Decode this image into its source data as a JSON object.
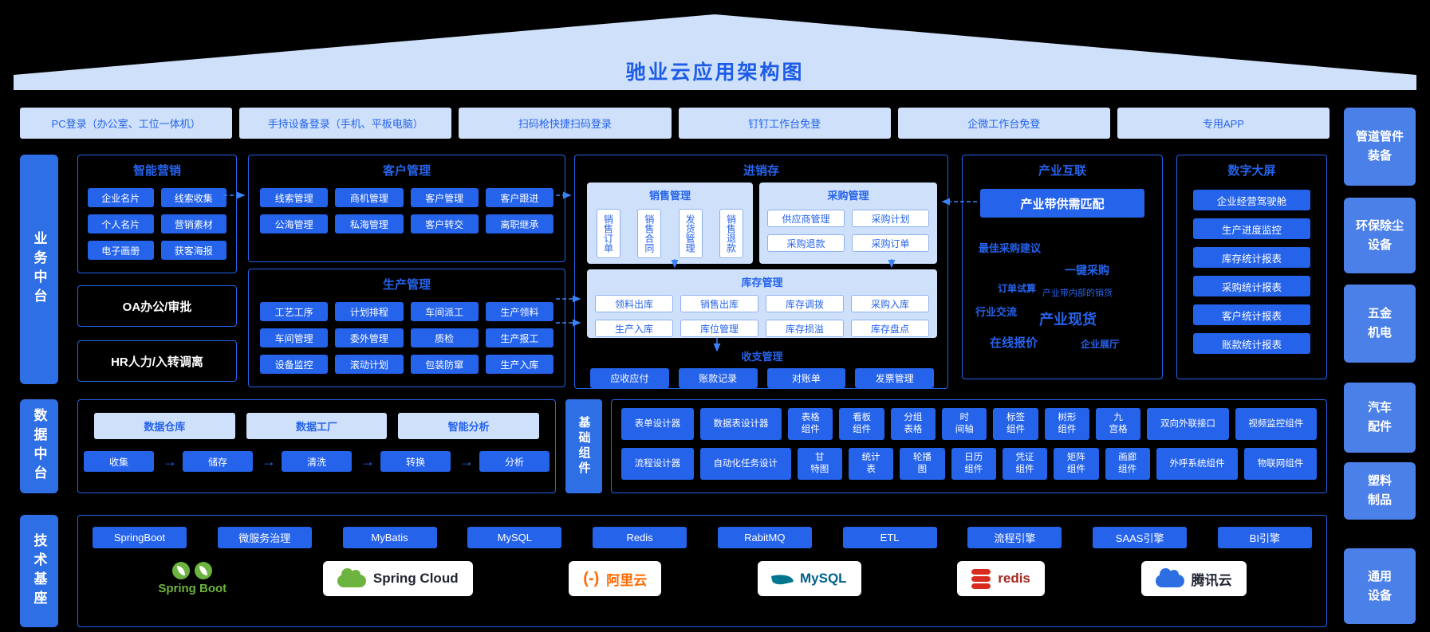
{
  "title": "驰业云应用架构图",
  "login_row": [
    "PC登录（办公室、工位一体机）",
    "手持设备登录（手机、平板电脑）",
    "扫码枪快捷扫码登录",
    "钉钉工作台免登",
    "企微工作台免登",
    "专用APP"
  ],
  "industries": [
    "管道管件\n装备",
    "环保除尘\n设备",
    "五金\n机电",
    "汽车\n配件",
    "塑料\n制品",
    "通用\n设备"
  ],
  "side_labels": {
    "business": "业务中台",
    "data": "数据中台",
    "tech": "技术基座",
    "components": "基础组件"
  },
  "marketing": {
    "title": "智能营销",
    "items": [
      "企业名片",
      "线索收集",
      "个人名片",
      "营销素材",
      "电子画册",
      "获客海报"
    ]
  },
  "oa": "OA办公/审批",
  "hr": "HR人力/入转调离",
  "crm": {
    "title": "客户管理",
    "items": [
      "线索管理",
      "商机管理",
      "客户管理",
      "客户跟进",
      "公海管理",
      "私海管理",
      "客户转交",
      "离职继承"
    ]
  },
  "production": {
    "title": "生产管理",
    "items": [
      "工艺工序",
      "计划排程",
      "车间派工",
      "生产领料",
      "车间管理",
      "委外管理",
      "质检",
      "生产报工",
      "设备监控",
      "滚动计划",
      "包装防窜",
      "生产入库"
    ]
  },
  "erp": {
    "title": "进销存",
    "sales": {
      "title": "销售管理",
      "items": [
        "销售订单",
        "销售合同",
        "发货管理",
        "销售退款"
      ]
    },
    "purchase": {
      "title": "采购管理",
      "items": [
        "供应商管理",
        "采购计划",
        "采购退款",
        "采购订单"
      ]
    },
    "inventory": {
      "title": "库存管理",
      "items": [
        "领料出库",
        "销售出库",
        "库存调拨",
        "采购入库",
        "生产入库",
        "库位管理",
        "库存损溢",
        "库存盘点"
      ]
    },
    "finance": {
      "title": "收支管理",
      "items": [
        "应收应付",
        "账款记录",
        "对账单",
        "发票管理"
      ]
    }
  },
  "industry_link": {
    "title": "产业互联",
    "main_button": "产业带供需匹配",
    "tags": [
      "最佳采购建议",
      "一键采购",
      "订单试算",
      "产业带内部的销货",
      "行业交流",
      "产业现货",
      "在线报价",
      "企业展厅"
    ]
  },
  "dashboard": {
    "title": "数字大屏",
    "items": [
      "企业经营驾驶舱",
      "生产进度监控",
      "库存统计报表",
      "采购统计报表",
      "客户统计报表",
      "账款统计报表"
    ]
  },
  "data_platform": {
    "stages": [
      "数据仓库",
      "数据工厂",
      "智能分析"
    ],
    "flow": [
      "收集",
      "储存",
      "清洗",
      "转换",
      "分析"
    ]
  },
  "components": {
    "row1": [
      "表单设计器",
      "数据表设计器",
      "表格\n组件",
      "看板\n组件",
      "分组\n表格",
      "时\n间轴",
      "标签\n组件",
      "树形\n组件",
      "九\n宫格",
      "双向外联接口",
      "视频监控组件"
    ],
    "row2": [
      "流程设计器",
      "自动化任务设计",
      "甘\n特图",
      "统计\n表",
      "轮播\n图",
      "日历\n组件",
      "凭证\n组件",
      "矩阵\n组件",
      "画廊\n组件",
      "外呼系统组件",
      "物联网组件"
    ]
  },
  "tech_stack": [
    "SpringBoot",
    "微服务治理",
    "MyBatis",
    "MySQL",
    "Redis",
    "RabitMQ",
    "ETL",
    "流程引擎",
    "SAAS引擎",
    "BI引擎"
  ],
  "logos": [
    {
      "name": "spring-boot",
      "label": "Spring Boot"
    },
    {
      "name": "spring-cloud",
      "label": "Spring Cloud"
    },
    {
      "name": "aliyun",
      "label": "阿里云"
    },
    {
      "name": "mysql",
      "label": "MySQL"
    },
    {
      "name": "redis",
      "label": "redis"
    },
    {
      "name": "tencent-cloud",
      "label": "腾讯云"
    }
  ],
  "icons": {
    "flow_arrow": "→",
    "aliyun_bracket": "(-)"
  },
  "colors": {
    "accent": "#2563eb",
    "panel_light": "#cfe1fa",
    "industry_block": "#4b80e8",
    "section_label": "#2f6fe6",
    "background": "#000000"
  }
}
